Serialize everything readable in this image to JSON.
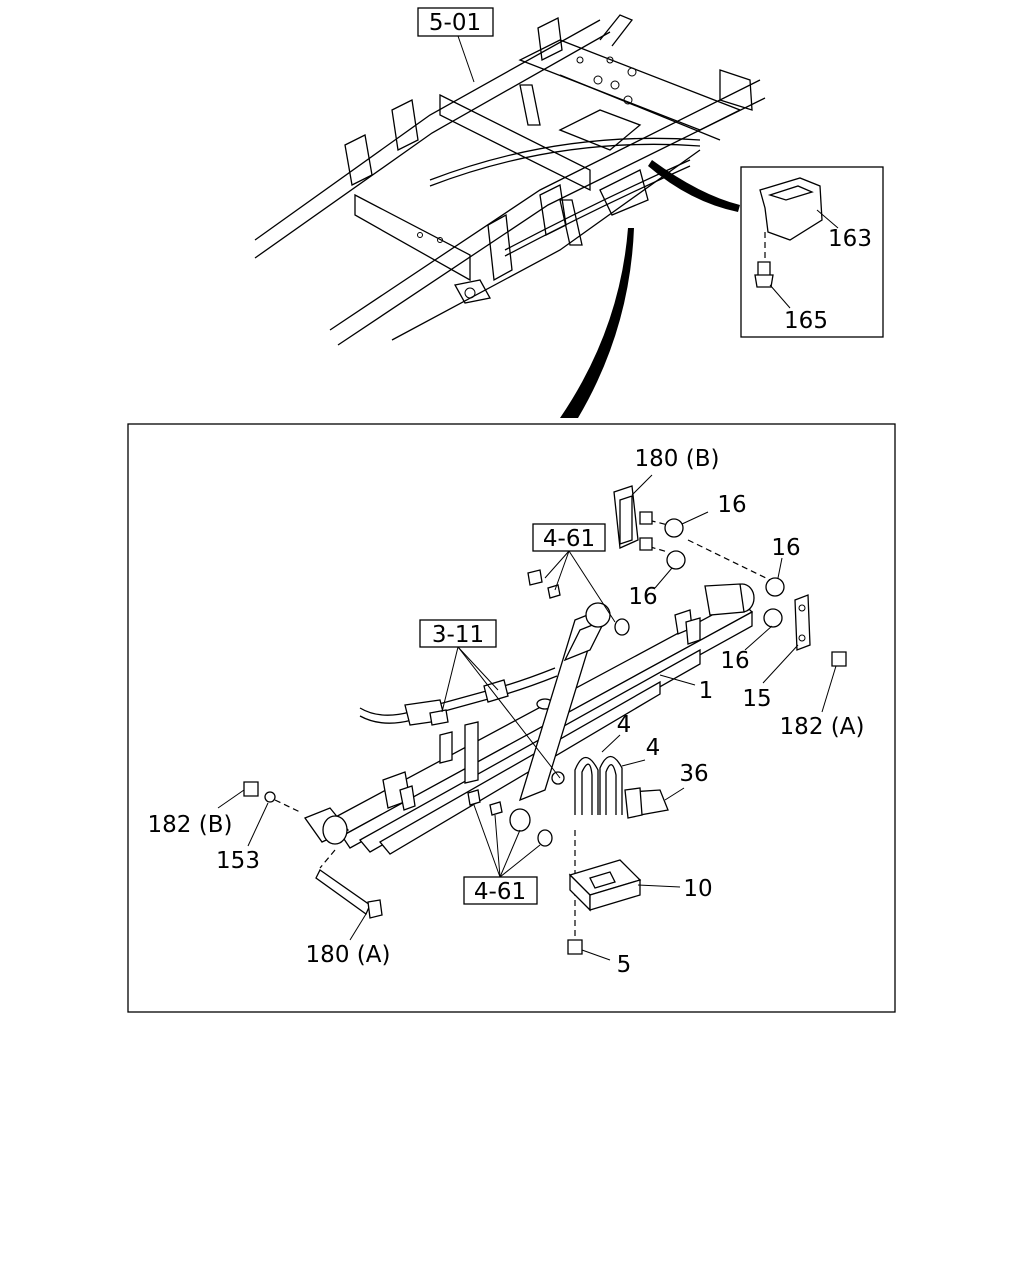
{
  "refs": {
    "frame": "5-01",
    "shock_upper": "4-61",
    "shock_lower": "4-61",
    "brake": "3-11"
  },
  "callouts": {
    "c163": "163",
    "c165": "165",
    "c180b": "180 (B)",
    "c16a": "16",
    "c16b": "16",
    "c16c": "16",
    "c16d": "16",
    "c1": "1",
    "c15": "15",
    "c182a": "182 (A)",
    "c4a": "4",
    "c4b": "4",
    "c36": "36",
    "c182b": "182 (B)",
    "c153": "153",
    "c10": "10",
    "c180a": "180 (A)",
    "c5": "5"
  }
}
